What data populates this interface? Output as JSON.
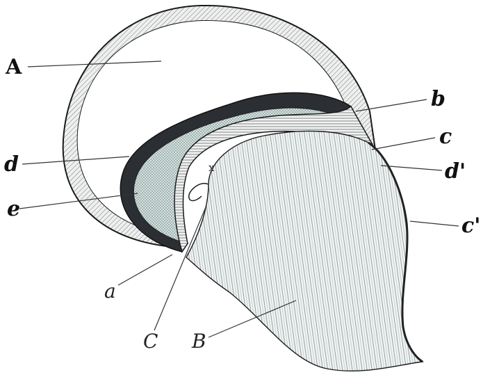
{
  "labels": {
    "A": "A",
    "b": "b",
    "c": "c",
    "d": "d",
    "d_prime": "d'",
    "e": "e",
    "c_prime": "c'",
    "a": "a",
    "C": "C",
    "B": "B",
    "x": "x"
  },
  "colors": {
    "paper": "#ffffff",
    "ink": "#1a1a1a",
    "dotted_region": "#d6e3e2",
    "fibrous_region": "#eef2f2",
    "hatched_wall": "#e9ecec",
    "shadow_band": "#5a6b74"
  }
}
